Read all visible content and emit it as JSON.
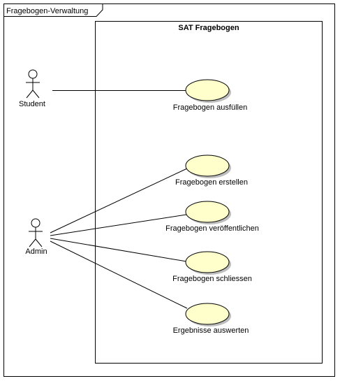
{
  "frame": {
    "title": "Fragebogen-Verwaltung"
  },
  "system": {
    "title": "SAT Fragebogen"
  },
  "actors": [
    {
      "id": "student",
      "label": "Student"
    },
    {
      "id": "admin",
      "label": "Admin"
    }
  ],
  "use_cases": [
    {
      "id": "ausfuellen",
      "label": "Fragebogen ausfüllen"
    },
    {
      "id": "erstellen",
      "label": "Fragebogen erstellen"
    },
    {
      "id": "veroeffentlichen",
      "label": "Fragebogen veröffentlichen"
    },
    {
      "id": "schliessen",
      "label": "Fragebogen schliessen"
    },
    {
      "id": "auswerten",
      "label": "Ergebnisse auswerten"
    }
  ],
  "associations": [
    {
      "from": "student",
      "to": "ausfuellen"
    },
    {
      "from": "admin",
      "to": "erstellen"
    },
    {
      "from": "admin",
      "to": "veroeffentlichen"
    },
    {
      "from": "admin",
      "to": "schliessen"
    },
    {
      "from": "admin",
      "to": "auswerten"
    }
  ],
  "colors": {
    "use_case_fill": "#ffffcc",
    "stroke": "#000000",
    "shadow": "#bdbdbd"
  }
}
